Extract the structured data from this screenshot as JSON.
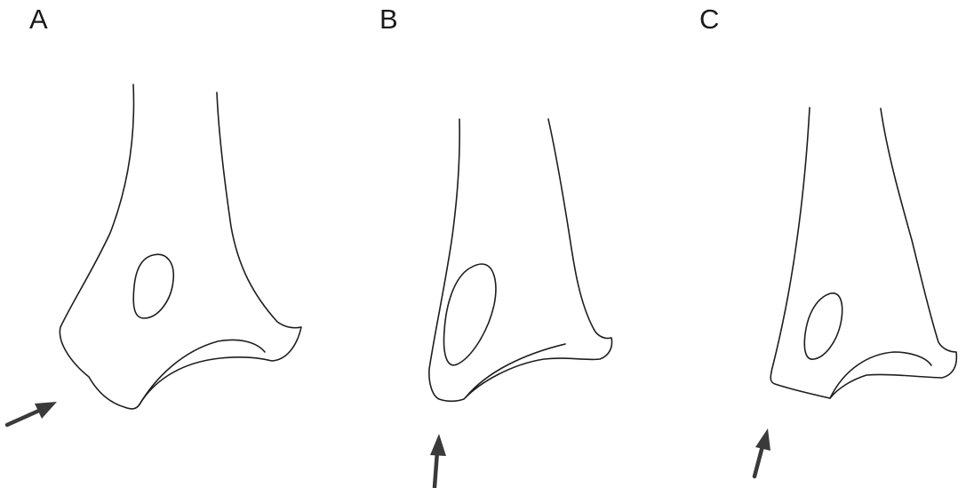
{
  "panels": [
    {
      "id": "A",
      "label": "A"
    },
    {
      "id": "B",
      "label": "B"
    },
    {
      "id": "C",
      "label": "C"
    }
  ],
  "colors": {
    "line": "#1e1e1e",
    "arrow": "#3a3a3a",
    "background": "#ffffff"
  }
}
